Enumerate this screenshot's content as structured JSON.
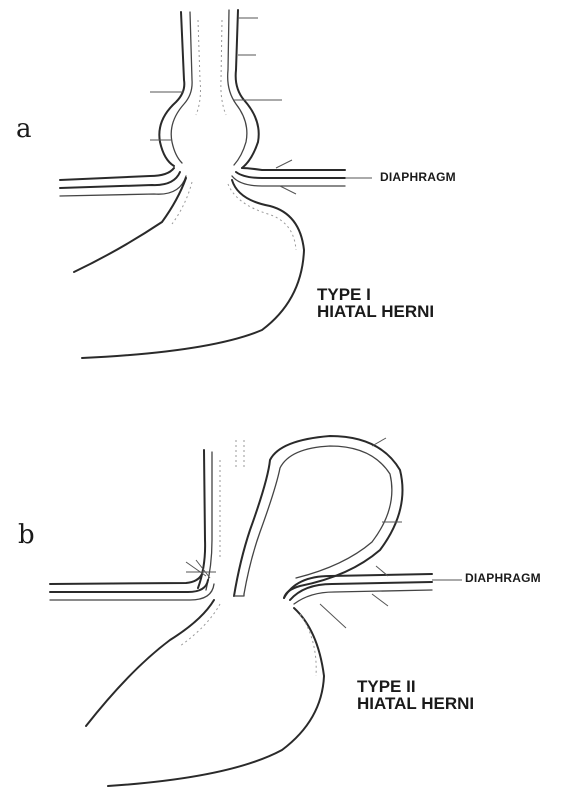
{
  "panel_a": {
    "letter": "a",
    "organ_label": "DIAPHRAGM",
    "type_line1": "TYPE I",
    "type_line2": "HIATAL HERNI"
  },
  "panel_b": {
    "letter": "b",
    "organ_label": "DIAPHRAGM",
    "type_line1": "TYPE II",
    "type_line2": "HIATAL HERNI"
  }
}
